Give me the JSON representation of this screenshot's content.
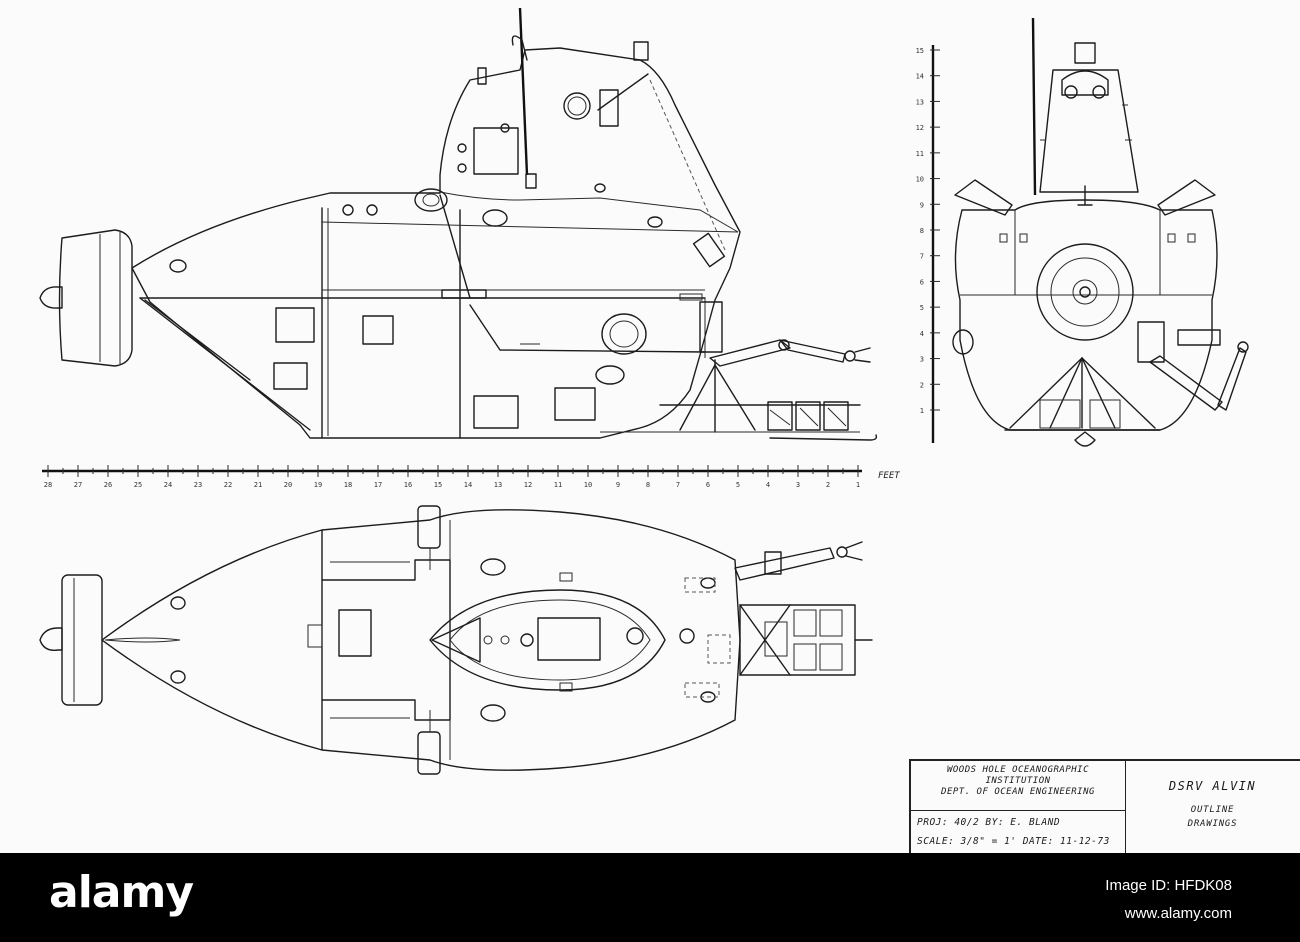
{
  "drawing": {
    "scale_unit_label": "FEET",
    "horizontal_scale_ticks": [
      "28",
      "27",
      "26",
      "25",
      "24",
      "23",
      "22",
      "21",
      "20",
      "19",
      "18",
      "17",
      "16",
      "15",
      "14",
      "13",
      "12",
      "11",
      "10",
      "9",
      "8",
      "7",
      "6",
      "5",
      "4",
      "3",
      "2",
      "1"
    ],
    "vertical_scale_ticks": [
      "15",
      "14",
      "13",
      "12",
      "11",
      "10",
      "9",
      "8",
      "7",
      "6",
      "5",
      "4",
      "3",
      "2",
      "1"
    ]
  },
  "title_block": {
    "org_line1": "WOODS HOLE OCEANOGRAPHIC",
    "org_line2": "INSTITUTION",
    "org_line3": "DEPT. OF OCEAN ENGINEERING",
    "proj_line": "PROJ: 40/2    BY: E. BLAND",
    "scale_line": "SCALE: 3/8\" = 1'  DATE: 11-12-73",
    "title": "DSRV  ALVIN",
    "subtitle1": "OUTLINE",
    "subtitle2": "DRAWINGS"
  },
  "watermark": {
    "logo_text": "alamy",
    "image_id": "Image ID: HFDK08",
    "url": "www.alamy.com"
  }
}
